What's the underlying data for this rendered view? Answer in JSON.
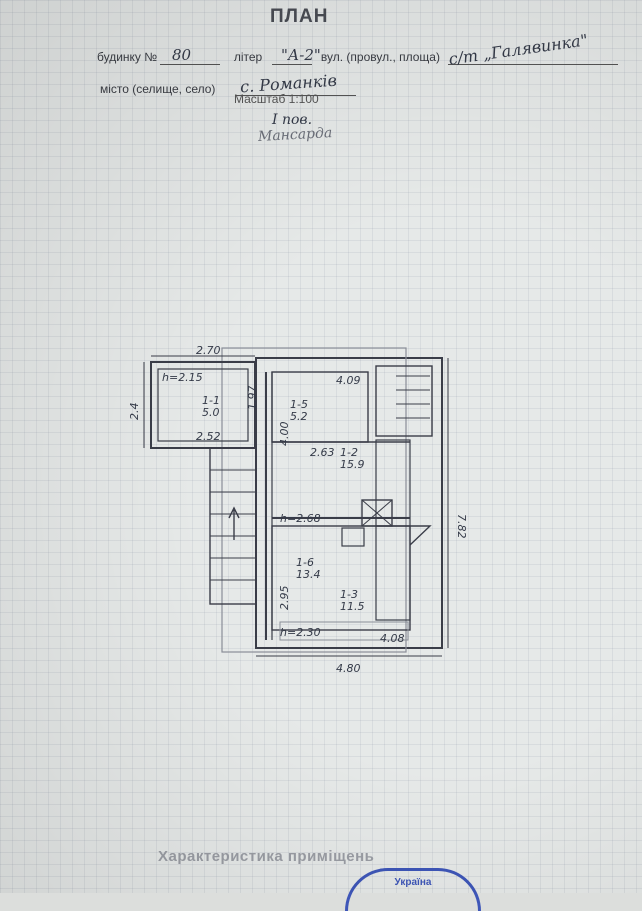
{
  "document": {
    "title": "ПЛАН",
    "line1_prefix": "будинку №",
    "line1_letter": "літер",
    "line1_street": "вул. (провул., площа)",
    "line2_city": "місто (селище, село)",
    "scale": "Масштаб 1:100",
    "footer": "Характеристика приміщень"
  },
  "handwritten": {
    "house_number": "80",
    "letter": "\"А-2\"",
    "street": "с/т „Галявинка\"",
    "village": "с. Романків",
    "floor": "I пов.",
    "floor_note": "Мансарда"
  },
  "plan_labels": {
    "top_width": "2.70",
    "left_height": "2.4",
    "room11_height": "h=2.15",
    "room11_id": "1-1",
    "room11_area": "5.0",
    "room11_width": "2.52",
    "col_197": "1.97",
    "room15_id": "1-5",
    "room15_area": "5.2",
    "dim_409": "4.09",
    "dim_400": "4.00",
    "dim_263": "2.63",
    "room12_id": "1-2",
    "room12_area": "15.9",
    "right_height": "7.82",
    "mid_height": "h=2.68",
    "room16_id": "1-6",
    "room16_area": "13.4",
    "room13_id": "1-3",
    "room13_area": "11.5",
    "dim_295": "2.95",
    "bottom_height": "h=2.30",
    "dim_408": "4.08",
    "total_width": "4.80"
  },
  "stamp_text": "Україна"
}
